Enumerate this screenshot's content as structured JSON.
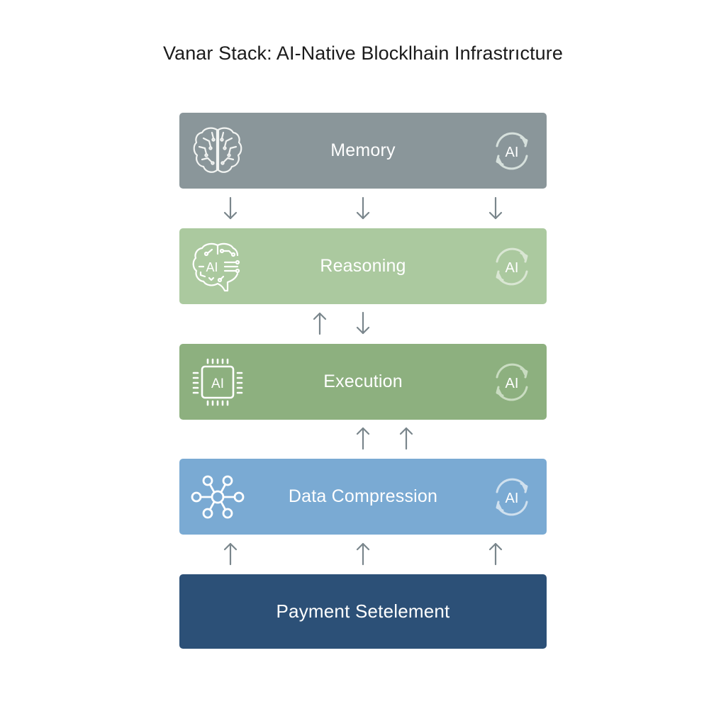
{
  "title": "Vanar Stack: AI-Native Blocklhain Infrastrıcture",
  "colors": {
    "memory": "#8a969a",
    "reasoning": "#abc99f",
    "execution": "#8db07f",
    "data_compression": "#7aaad3",
    "payment_settlement": "#2c5077",
    "arrow": "#7a868c",
    "icon_stroke": "#ffffff",
    "cycle_icon_stroke": "#d6e2d6"
  },
  "layers": [
    {
      "id": "memory",
      "label": "Memory",
      "left_icon": "brain-circuit-icon",
      "right_icon": "ai-cycle-icon",
      "right_icon_text": "AI"
    },
    {
      "id": "reasoning",
      "label": "Reasoning",
      "left_icon": "ai-brain-icon",
      "left_icon_text": "AI",
      "right_icon": "ai-cycle-icon",
      "right_icon_text": "AI"
    },
    {
      "id": "execution",
      "label": "Execution",
      "left_icon": "ai-chip-icon",
      "left_icon_text": "AI",
      "right_icon": "ai-cycle-icon",
      "right_icon_text": "AI"
    },
    {
      "id": "data_compression",
      "label": "Data Compression",
      "left_icon": "network-hub-icon",
      "right_icon": "ai-cycle-icon",
      "right_icon_text": "AI"
    },
    {
      "id": "payment_settlement",
      "label": "Payment Setelement"
    }
  ],
  "connections": [
    {
      "between": [
        "memory",
        "reasoning"
      ],
      "arrows": [
        "down",
        "down",
        "down"
      ]
    },
    {
      "between": [
        "reasoning",
        "execution"
      ],
      "arrows": [
        "up",
        "down"
      ]
    },
    {
      "between": [
        "execution",
        "data_compression"
      ],
      "arrows": [
        "up",
        "up"
      ]
    },
    {
      "between": [
        "data_compression",
        "payment_settlement"
      ],
      "arrows": [
        "up",
        "up",
        "up"
      ]
    }
  ]
}
